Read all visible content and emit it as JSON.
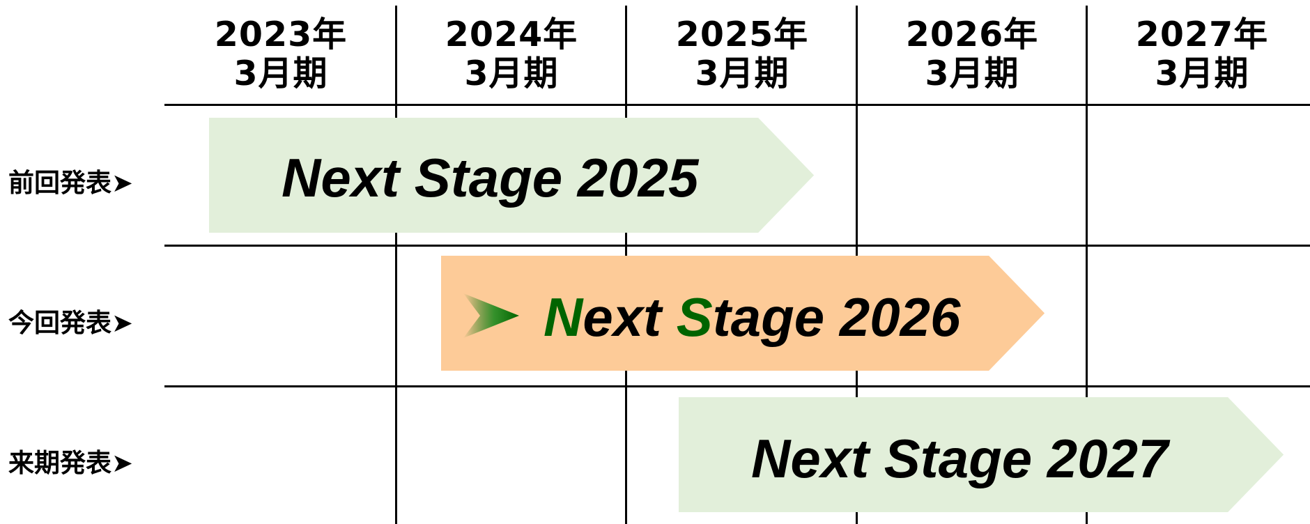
{
  "columns": [
    {
      "year": "2023年",
      "period": "3月期"
    },
    {
      "year": "2024年",
      "period": "3月期"
    },
    {
      "year": "2025年",
      "period": "3月期"
    },
    {
      "year": "2026年",
      "period": "3月期"
    },
    {
      "year": "2027年",
      "period": "3月期"
    }
  ],
  "rows": [
    {
      "label": "前回発表➤"
    },
    {
      "label": "今回発表➤"
    },
    {
      "label": "来期発表➤"
    }
  ],
  "plans": {
    "previous": {
      "text": "Next Stage 2025"
    },
    "current": {
      "part1": "N",
      "part2": "ext ",
      "part3": "S",
      "part4": "tage 2026"
    },
    "next": {
      "text": "Next Stage 2027"
    }
  },
  "colors": {
    "light_green": "#e2efda",
    "orange": "#fdcb98",
    "accent_green": "#006400"
  }
}
